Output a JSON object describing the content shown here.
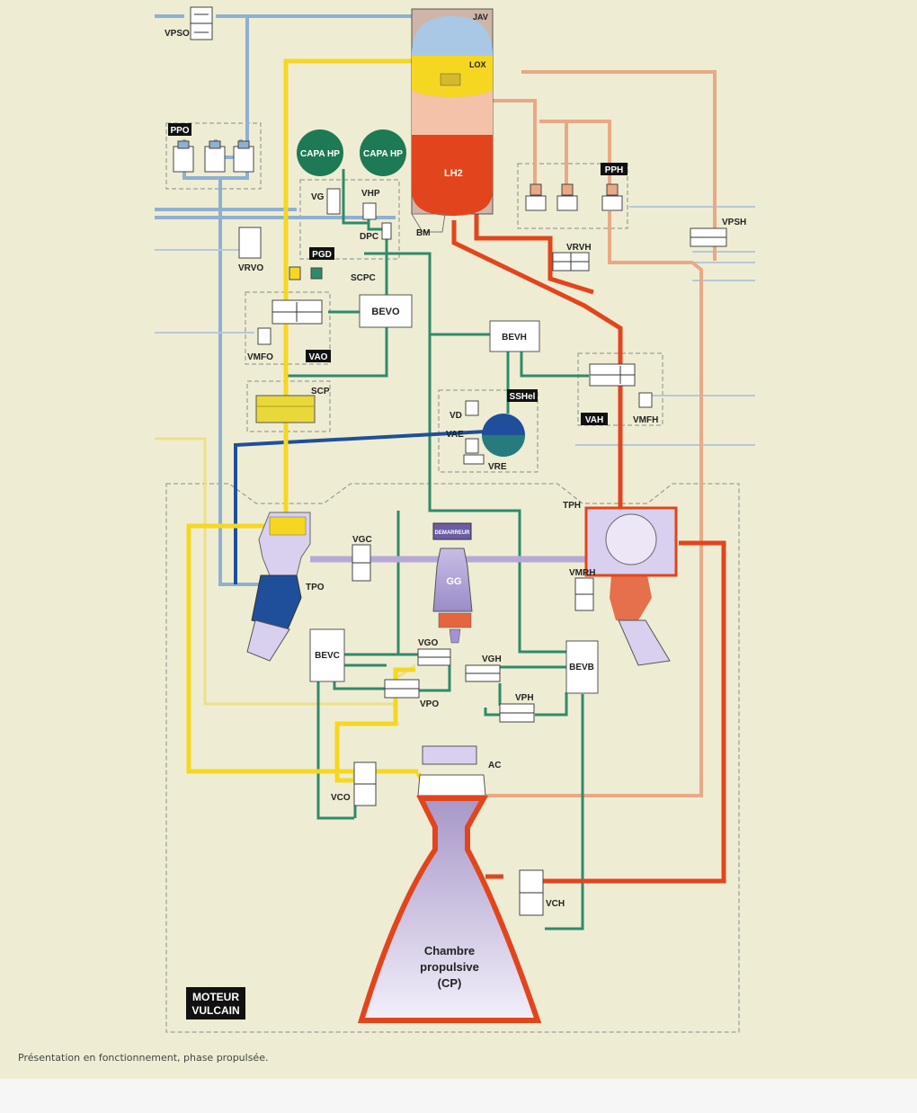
{
  "title_box": {
    "line1": "MOTEUR",
    "line2": "VULCAIN"
  },
  "caption": "Présentation en fonctionnement, phase propulsée.",
  "tank": {
    "top": "JAV",
    "lox": "LOX",
    "lh2": "LH2"
  },
  "tank_labels": {
    "bm": "BM"
  },
  "capa": [
    "CAPA HP",
    "CAPA HP"
  ],
  "group_labels": {
    "ppo": "PPO",
    "pph": "PPH",
    "pgd": "PGD",
    "vao": "VAO",
    "vah": "VAH",
    "sshel": "SSHel"
  },
  "boxes": {
    "bevo": "BEVO",
    "bevh": "BEVH",
    "bevc": "BEVC",
    "bevb": "BEVB"
  },
  "valves": {
    "vpso": "VPSO",
    "vg": "VG",
    "vhp": "VHP",
    "dpc": "DPC",
    "scpc": "SCPC",
    "vrvo": "VRVO",
    "vmfo": "VMFO",
    "scp": "SCP",
    "vrvh": "VRVH",
    "vpsh": "VPSH",
    "vmfh": "VMFH",
    "vd": "VD",
    "vae": "VAE",
    "vre": "VRE",
    "vgc": "VGC",
    "vmrh": "VMRH",
    "vgo": "VGO",
    "vgh": "VGH",
    "vph": "VPH",
    "vpo": "VPO",
    "vco": "VCO",
    "vch": "VCH",
    "ac": "AC"
  },
  "turbopumps": {
    "tpo": "TPO",
    "tph": "TPH"
  },
  "gg": {
    "starter": "DEMARREUR",
    "label": "GG"
  },
  "chamber": {
    "line1": "Chambre",
    "line2": "propulsive",
    "line3": "(CP)"
  },
  "colors": {
    "lox": "#f5d722",
    "lh2": "#e2451d",
    "helium": "#2f8a6a",
    "blue": "#8fb0cf",
    "gas": "#b8a8d8",
    "dark_blue": "#1f4f9a",
    "salmon": "#e9a886"
  }
}
